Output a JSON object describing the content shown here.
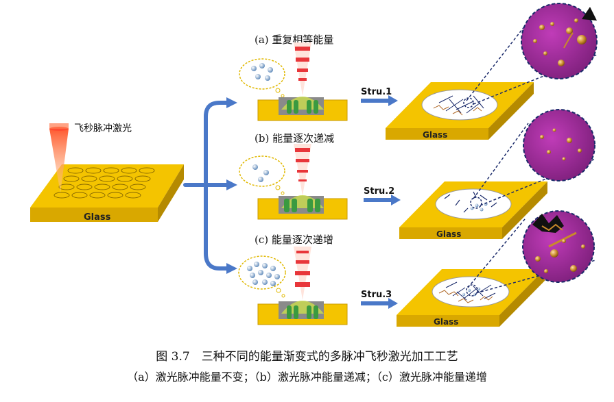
{
  "main_panel": {
    "laser_label": "飞秒脉冲激光",
    "substrate_label": "Glass"
  },
  "processes": [
    {
      "title": "(a) 重复相等能量",
      "structure_label": "Stru.1",
      "glass_label": "Glass"
    },
    {
      "title": "(b) 能量逐次递减",
      "structure_label": "Stru.2",
      "glass_label": "Glass"
    },
    {
      "title": "(c) 能量逐次递增",
      "structure_label": "Stru.3",
      "glass_label": "Glass"
    }
  ],
  "caption": {
    "figure": "图 3.7　三种不同的能量渐变式的多脉冲飞秒激光加工工艺",
    "subcaption": "（a）激光脉冲能量不变；（b）激光脉冲能量递减；（c）激光脉冲能量递增"
  },
  "colors": {
    "glass_top": "#f2c200",
    "glass_side": "#c89a00",
    "arrow_blue": "#4a78c8",
    "laser_red": "#e8363a",
    "zoom_magenta": "#a12a9a",
    "particle_gold": "#c98a2a"
  }
}
